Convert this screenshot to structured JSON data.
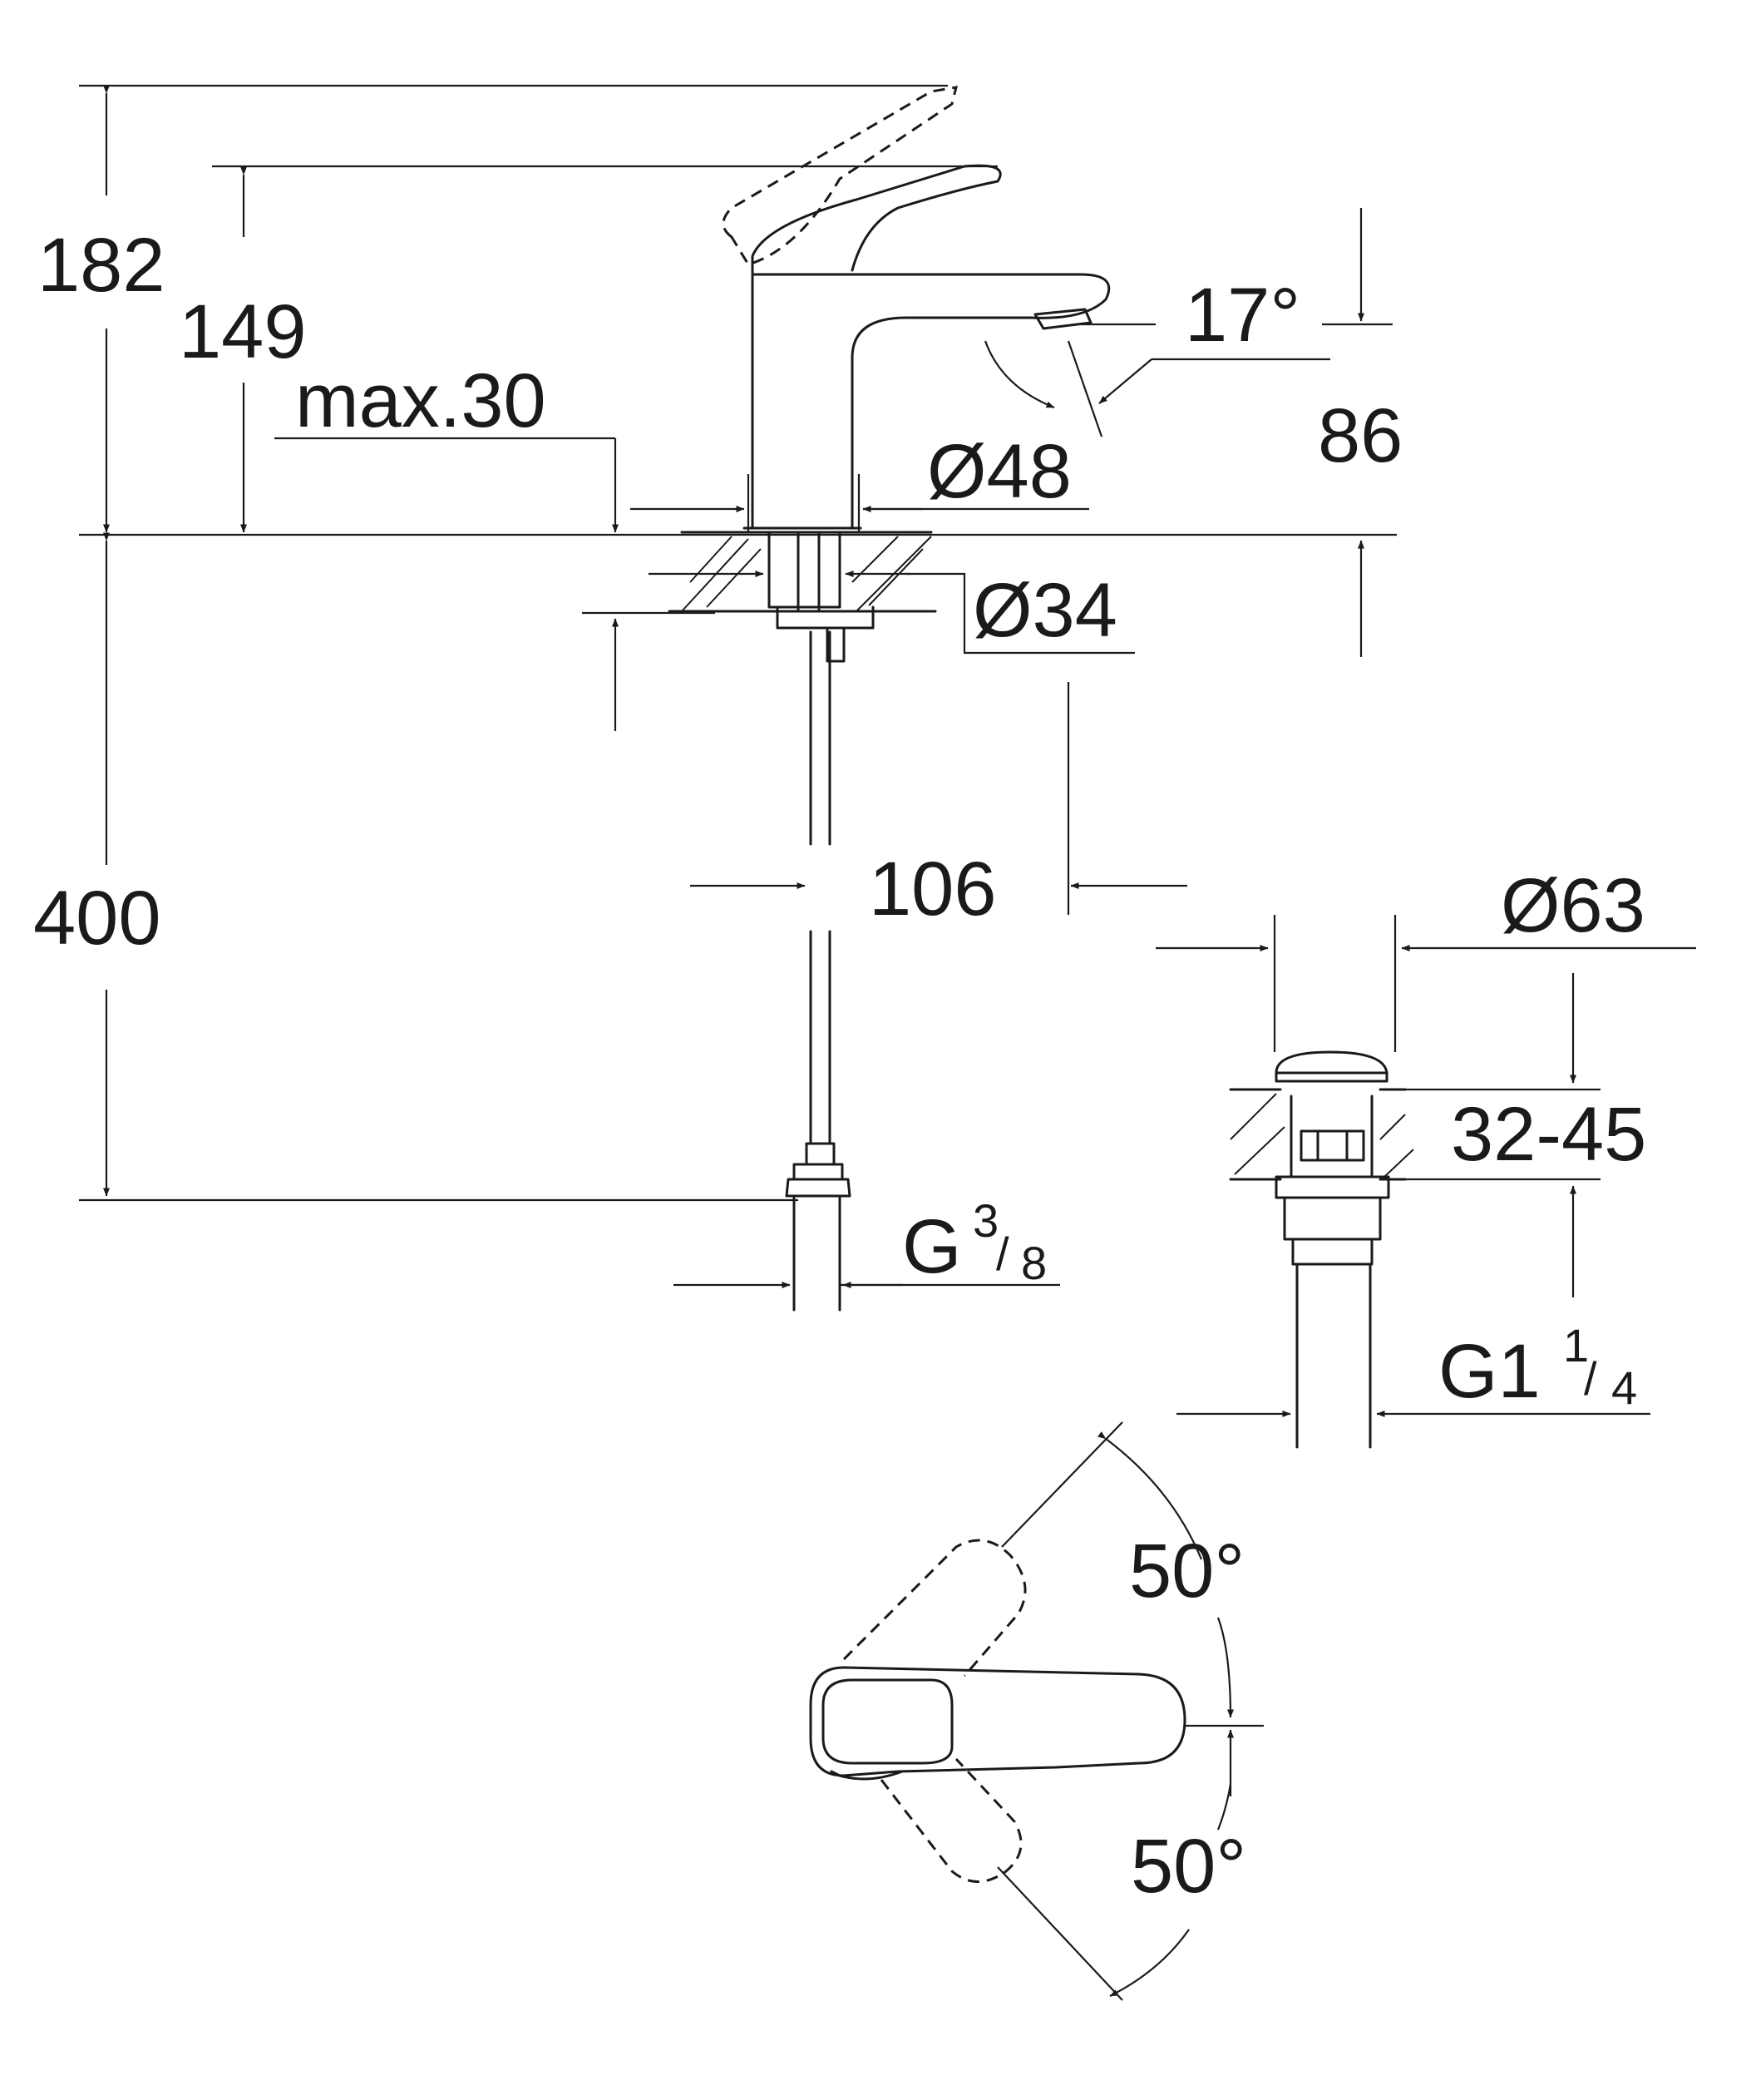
{
  "dimensions": {
    "total_height": "182",
    "outlet_height": "149",
    "counter_thickness": "max.30",
    "spout_angle": "17°",
    "spout_height": "86",
    "body_diameter": "Ø48",
    "shank_diameter": "Ø34",
    "below_counter_length": "400",
    "spout_reach": "106",
    "hose_thread": {
      "main": "G",
      "numerator": "3",
      "slash": "/",
      "denominator": "8"
    },
    "waste_diameter": "Ø63",
    "basin_thickness": "32-45",
    "waste_thread": {
      "main": "G1",
      "numerator": "1",
      "slash": "/",
      "denominator": "4"
    },
    "lever_rotation_left": "50°",
    "lever_rotation_right": "50°"
  }
}
